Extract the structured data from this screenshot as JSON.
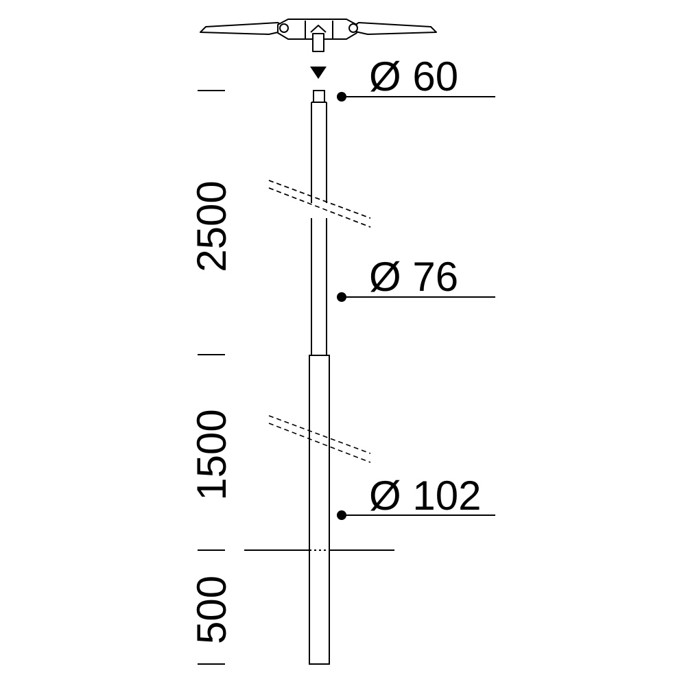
{
  "drawing": {
    "diameters": {
      "top": "Ø 60",
      "middle": "Ø 76",
      "bottom": "Ø 102"
    },
    "heights": {
      "upper": "2500",
      "middle": "1500",
      "buried": "500"
    },
    "colors": {
      "stroke": "#000000",
      "background": "#ffffff"
    },
    "icons": {
      "lamp": "luminaire-head-icon",
      "arrow": "down-arrow-icon"
    }
  }
}
